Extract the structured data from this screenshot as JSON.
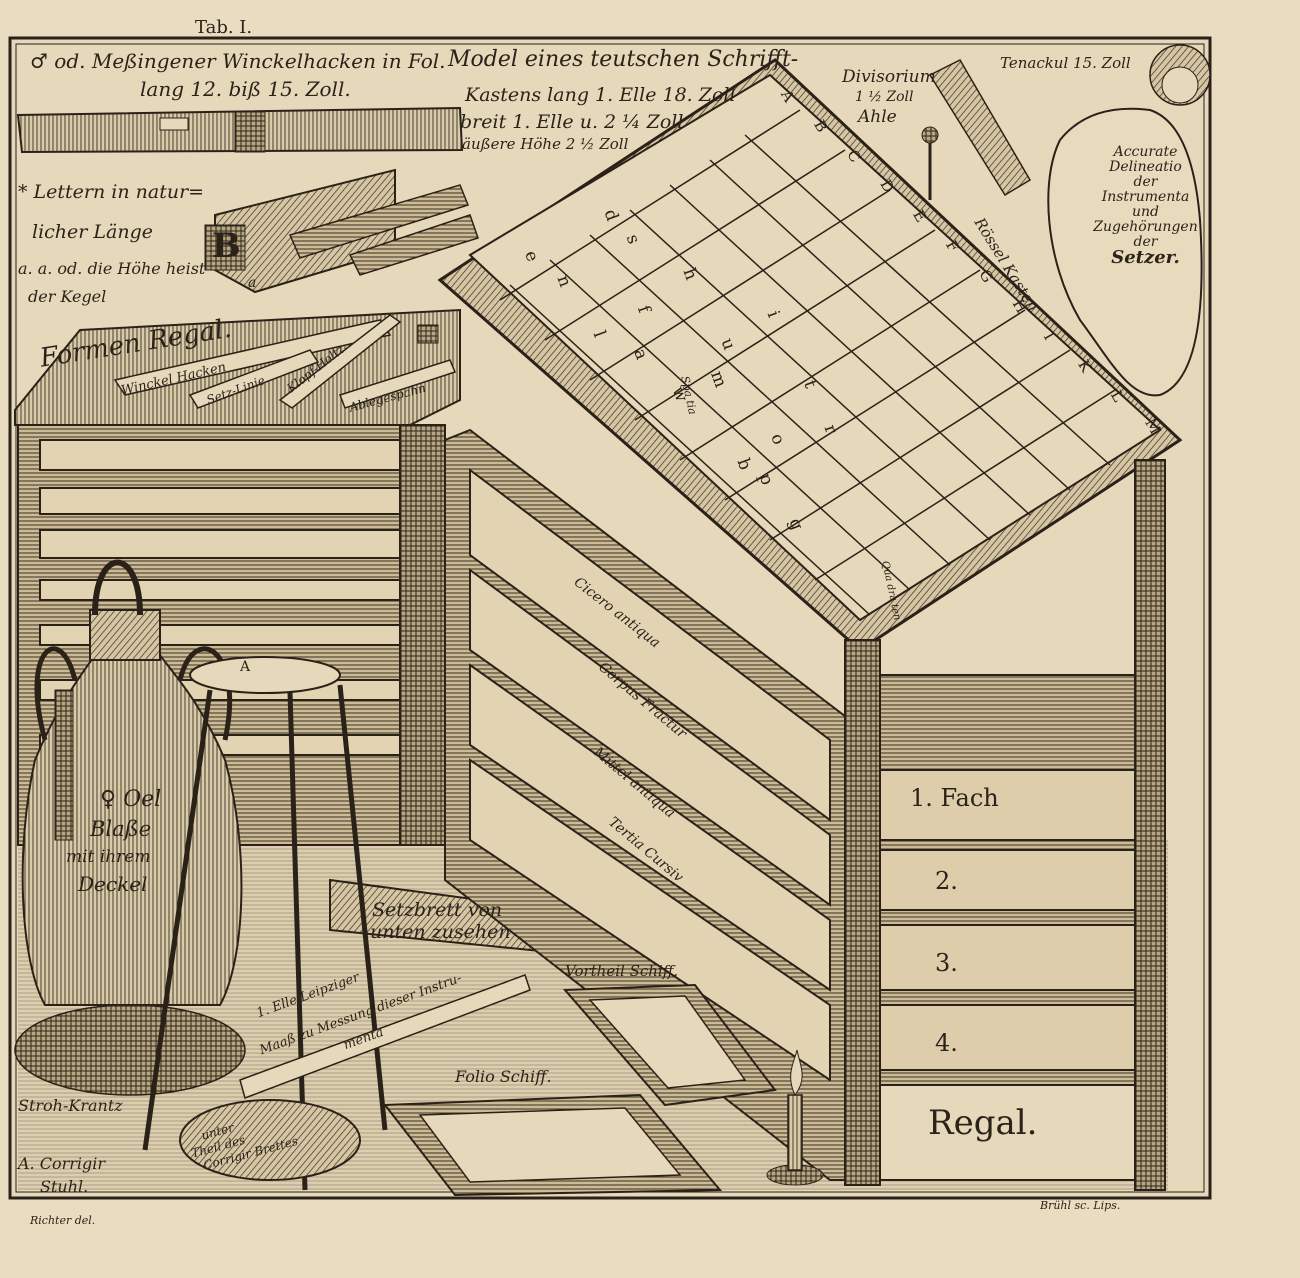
{
  "plate": {
    "header": "Tab. I.",
    "artist": "Richter del.",
    "engraver": "Brühl sc. Lips."
  },
  "labels": {
    "composing_stick_line1": "♂ od. Meßingener Winckelhacken in Fol.",
    "composing_stick_line2": "lang 12. biß 15. Zoll.",
    "case_model_line1": "Model eines teutschen Schrifft-",
    "case_model_line2": "Kastens lang 1. Elle 18. Zoll",
    "case_model_line3": "breit 1. Elle u. 2 ¼ Zoll",
    "case_model_line4": "äußere Höhe 2 ½ Zoll",
    "divisorium": "Divisorium",
    "divisorium_size": "1 ½ Zoll",
    "awl": "Ahle",
    "tenackel": "Tenackul 15. Zoll",
    "cartouche": [
      "Accurate",
      "Delineatio",
      "der",
      "Instrumenta",
      "und",
      "Zugehörungen",
      "der",
      "Setzer."
    ],
    "letters_line1": "* Lettern in natur=",
    "letters_line2": "licher Länge",
    "letters_line3": "a. a. od. die Höhe heist",
    "letters_line4": "der Kegel",
    "formen_regal": "Formen Regal.",
    "tool_winckelhacken": "Winckel Hacken",
    "tool_setzlinie": "Setz-Linie",
    "tool_klopfholtz": "Klopf-Holtz",
    "tool_ablegespan": "Ablegespahn",
    "roller_kasten": "Rössel Kasten",
    "oil_bottle_line1": "♀ Oel",
    "oil_bottle_line2": "Blaße",
    "oil_bottle_line3": "mit ihrem",
    "oil_bottle_line4": "Deckel",
    "stroh_krantz": "Stroh-Krantz",
    "corrigir_stuhl_line1": "A. Corrigir",
    "corrigir_stuhl_line2": "Stuhl.",
    "setzbrett_line1": "Setzbrett von",
    "setzbrett_line2": "unten zusehen",
    "ell_line1": "1. Elle Leipziger",
    "ell_line2": "Maaß zu Messung dieser Instru-",
    "ell_line3": "menta",
    "vortheil_schiff": "Vortheil Schiff.",
    "folio_schiff": "Folio Schiff.",
    "corrigir_brett_line1": "unter",
    "corrigir_brett_line2": "Theil des",
    "corrigir_brett_line3": "Corrigir Brettes",
    "drawer_cicero": "Cicero antiqua",
    "drawer_corpus": "Corpus Fractur",
    "drawer_mittel": "Mittel antiqua",
    "drawer_tertia": "Tertia Cursiv",
    "fach_1": "1. Fach",
    "fach_2": "2.",
    "fach_3": "3.",
    "fach_4": "4.",
    "regal": "Regal.",
    "spatia": "Spa tia",
    "quadraten": "Qua dra ten",
    "letter_a_stool": "A",
    "letter_a_type": "a",
    "letter_b_type": "B"
  },
  "case_letters": [
    "e",
    "d",
    "n",
    "s",
    "h",
    "f",
    "u",
    "m",
    "t",
    "r",
    "o",
    "w",
    "a",
    "p",
    "b",
    "g",
    "l",
    "i"
  ],
  "edge_letters": [
    "A",
    "B",
    "C",
    "D",
    "E",
    "F",
    "G",
    "H",
    "I",
    "K",
    "L",
    "M"
  ]
}
